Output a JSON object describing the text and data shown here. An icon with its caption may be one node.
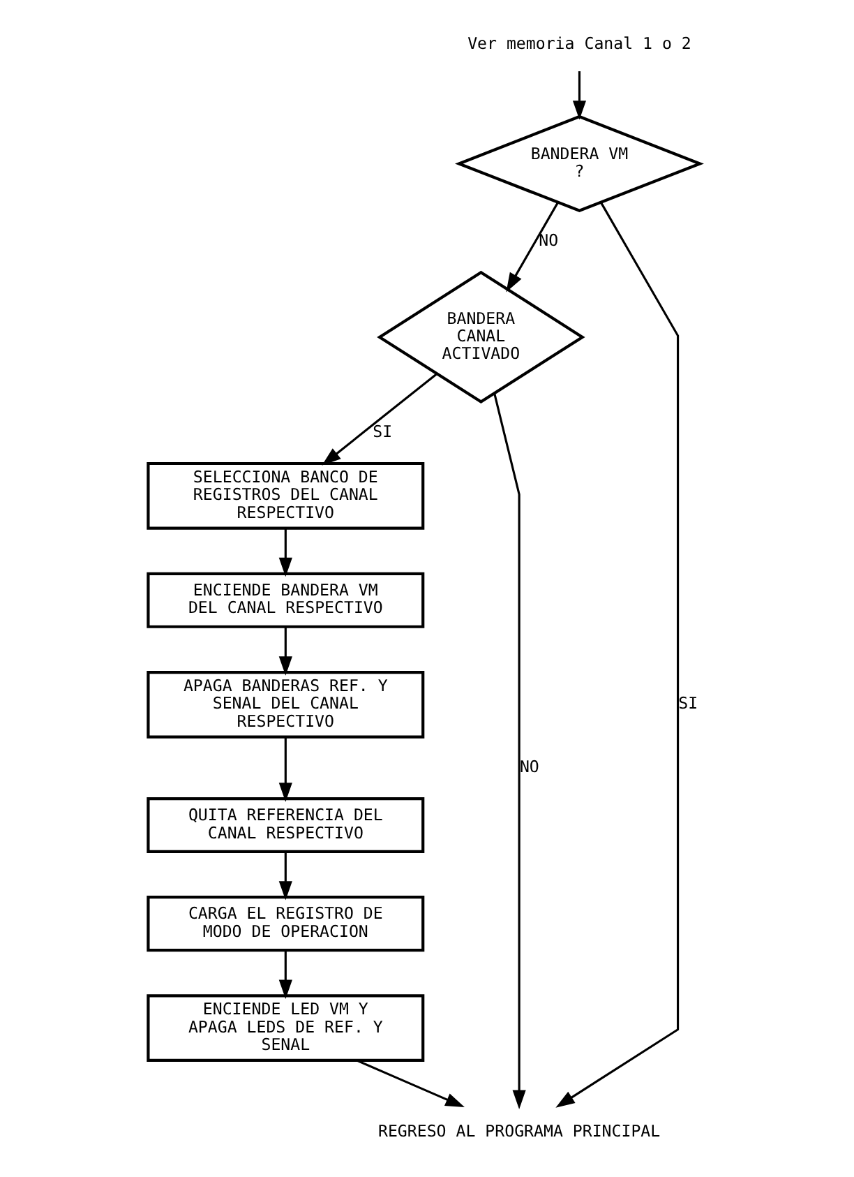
{
  "diagram": {
    "nodes": [
      {
        "text": [
          "Ver memoria Canal 1 o 2"
        ]
      },
      {
        "text": [
          "BANDERA VM ?"
        ]
      },
      {
        "text": [
          "BANDERA CANAL ACTIVADO"
        ]
      },
      {
        "text": [
          "SELECCIONA BANCO DE REGISTROS DEL CANAL RESPECTIVO"
        ]
      },
      {
        "text": [
          "ENCIENDE BANDERA VM DEL CANAL RESPECTIVO"
        ]
      },
      {
        "text": [
          "APAGA BANDERAS REF. Y SENAL DEL CANAL RESPECTIVO"
        ]
      },
      {
        "text": [
          "QUITA REFERENCIA DEL CANAL RESPECTIVO"
        ]
      },
      {
        "text": [
          "CARGA EL REGISTRO DE MODO DE OPERACION"
        ]
      },
      {
        "text": [
          "ENCIENDE LED VM Y APAGA LEDS DE REF. Y SENAL"
        ]
      },
      {
        "text": [
          "REGRESO AL PROGRAMA PRINCIPAL"
        ]
      }
    ],
    "edges": [
      {
        "from": 0,
        "to": 1,
        "arrow": "to"
      },
      {
        "from": 1,
        "to": 2,
        "arrow": "to",
        "label": "NO"
      },
      {
        "from": 1,
        "to": 9,
        "arrow": "to",
        "label": "SI"
      },
      {
        "from": 2,
        "to": 3,
        "arrow": "to",
        "label": "SI"
      },
      {
        "from": 2,
        "to": 9,
        "arrow": "to",
        "label": "NO"
      },
      {
        "from": 3,
        "to": 4,
        "arrow": "to"
      },
      {
        "from": 4,
        "to": 5,
        "arrow": "to"
      },
      {
        "from": 5,
        "to": 6,
        "arrow": "to"
      },
      {
        "from": 6,
        "to": 7,
        "arrow": "to"
      },
      {
        "from": 7,
        "to": 8,
        "arrow": "to"
      },
      {
        "from": 8,
        "to": 9,
        "arrow": "to"
      }
    ]
  }
}
